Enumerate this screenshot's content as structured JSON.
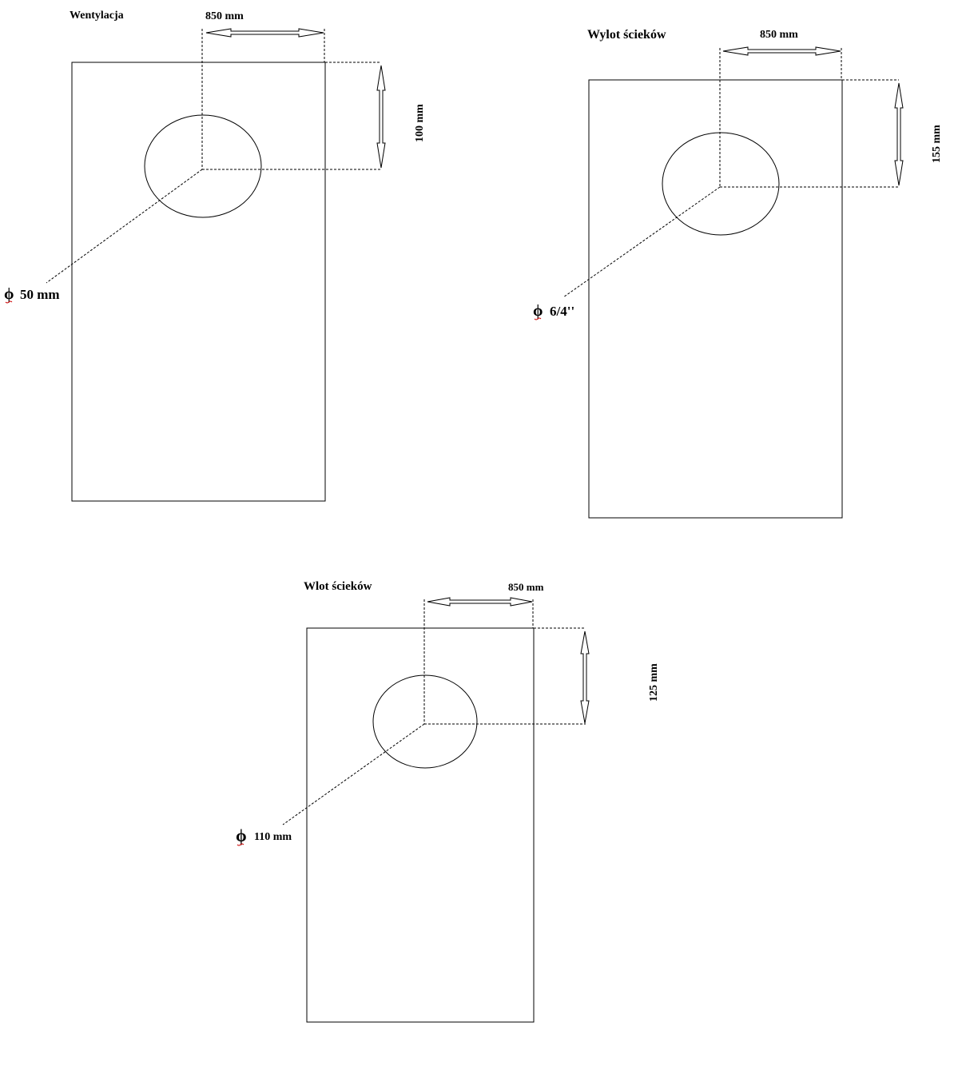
{
  "diagrams": {
    "ventilation": {
      "title": "Wentylacja",
      "horizontal_dim": "850 mm",
      "vertical_dim": "100 mm",
      "diameter_symbol": "ϕ",
      "diameter_value": "50 mm"
    },
    "waste_outlet": {
      "title": "Wylot ścieków",
      "horizontal_dim": "850 mm",
      "vertical_dim": "155 mm",
      "diameter_symbol": "ϕ",
      "diameter_value": "6/4''"
    },
    "waste_inlet": {
      "title": "Wlot ścieków",
      "horizontal_dim": "850 mm",
      "vertical_dim": "125 mm",
      "diameter_symbol": "ϕ",
      "diameter_value": "110 mm"
    }
  },
  "colors": {
    "line": "#000000",
    "symbol_underline": "#cc0000"
  }
}
